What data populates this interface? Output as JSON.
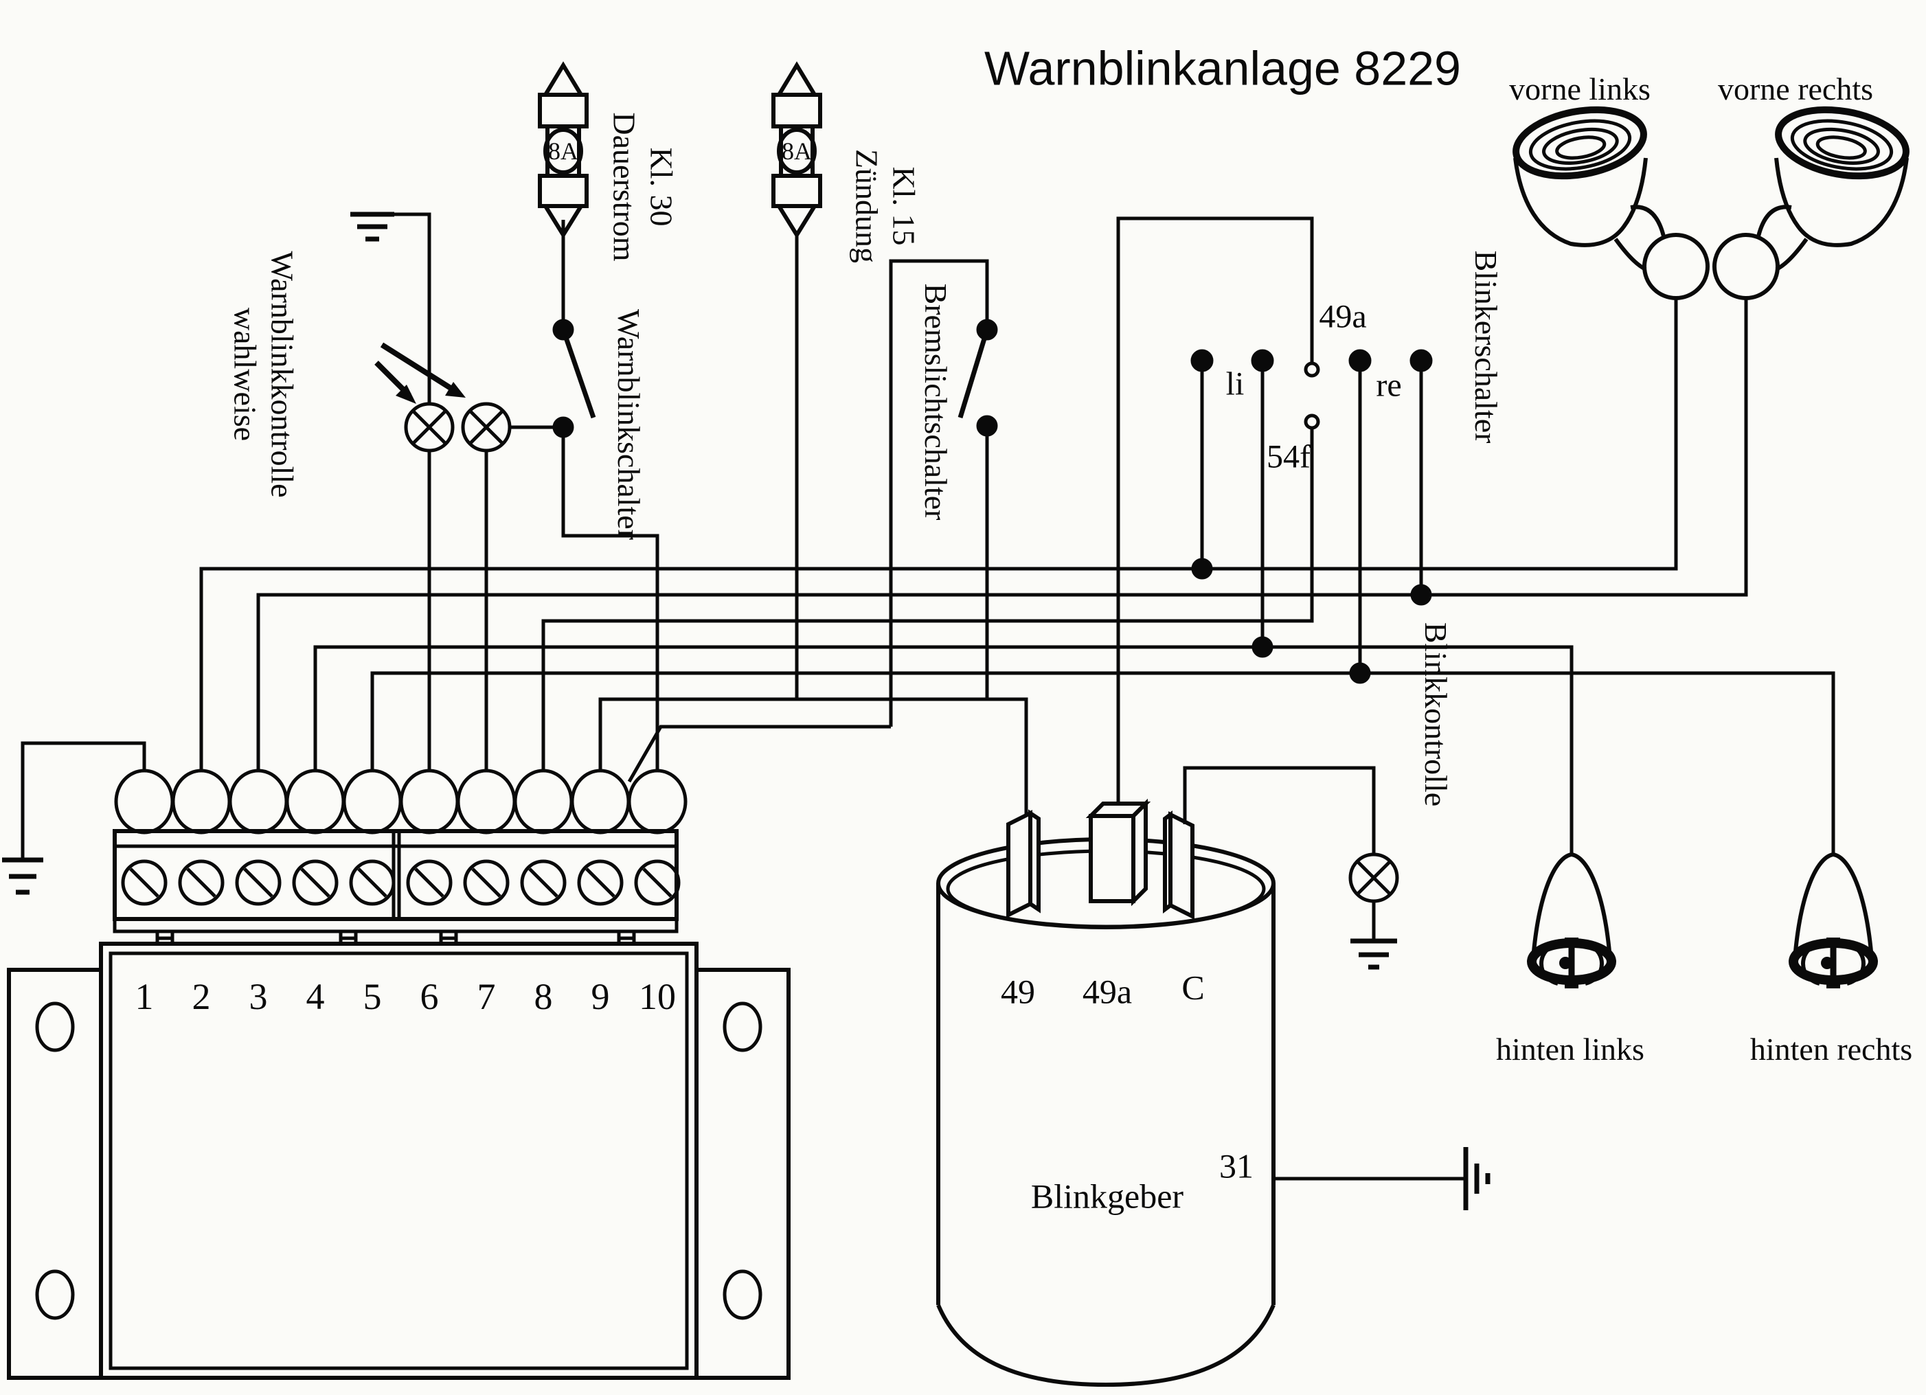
{
  "title": "Warnblinkanlage 8229",
  "fuse_30": {
    "rating": "8A",
    "label_line1": "Kl. 30",
    "label_line2": "Dauerstrom"
  },
  "fuse_15": {
    "rating": "8A",
    "label_line1": "Kl. 15",
    "label_line2": "Zündung"
  },
  "hazard_indicator": {
    "label_line1": "Warnblinkkontrolle",
    "label_line2": "wahlweise"
  },
  "hazard_switch_label": "Warnblinkschalter",
  "brake_switch_label": "Bremslichtschalter",
  "turn_switch": {
    "label": "Blinkerschalter",
    "contact_49a": "49a",
    "contact_li": "li",
    "contact_re": "re",
    "contact_54f": "54f"
  },
  "flasher_relay": {
    "label": "Blinkgeber",
    "terminal_49": "49",
    "terminal_49a": "49a",
    "terminal_c": "C",
    "terminal_31": "31"
  },
  "flasher_indicator_label": "Blinkkontrolle",
  "lamp_front_left": "vorne links",
  "lamp_front_right": "vorne rechts",
  "lamp_rear_left": "hinten links",
  "lamp_rear_right": "hinten rechts",
  "terminal_numbers": [
    "1",
    "2",
    "3",
    "4",
    "5",
    "6",
    "7",
    "8",
    "9",
    "10"
  ]
}
